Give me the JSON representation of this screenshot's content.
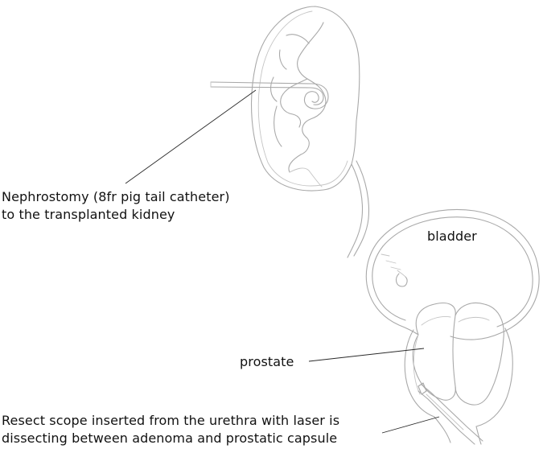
{
  "labels": {
    "nephrostomy": {
      "line1": "Nephrostomy (8fr pig tail catheter)",
      "line2": "to the transplanted kidney"
    },
    "bladder": "bladder",
    "prostate": "prostate",
    "resect_scope": {
      "line1": "Resect scope inserted from the urethra with laser is",
      "line2": "dissecting between adenoma and prostatic capsule"
    }
  },
  "colors": {
    "sketch_stroke": "#a9a9a9",
    "leader_line": "#2a2a2a",
    "text": "#111111",
    "background": "#ffffff"
  }
}
